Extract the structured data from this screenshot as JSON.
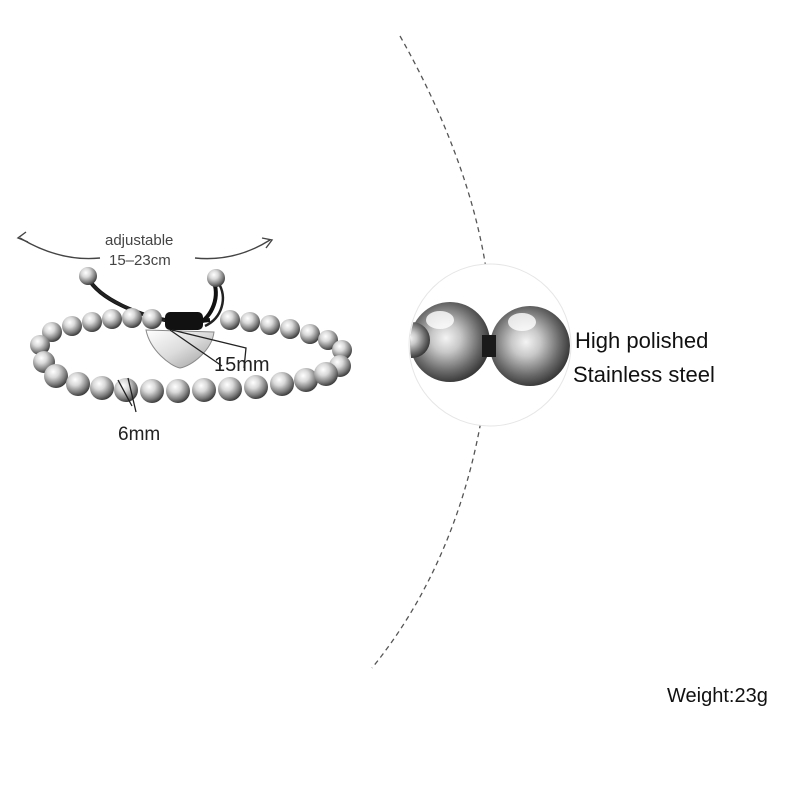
{
  "labels": {
    "adjustable_title": "adjustable",
    "adjustable_range": "15–23cm",
    "tag_size": "15mm",
    "bead_size": "6mm",
    "material_line1": "High polished",
    "material_line2": "Stainless steel",
    "weight": "Weight:23g"
  },
  "colors": {
    "steel_light": "#f2f2f2",
    "steel_mid": "#a8a8a8",
    "steel_dark": "#3a3a3a",
    "cord": "#111111",
    "guide_line": "#555555"
  }
}
